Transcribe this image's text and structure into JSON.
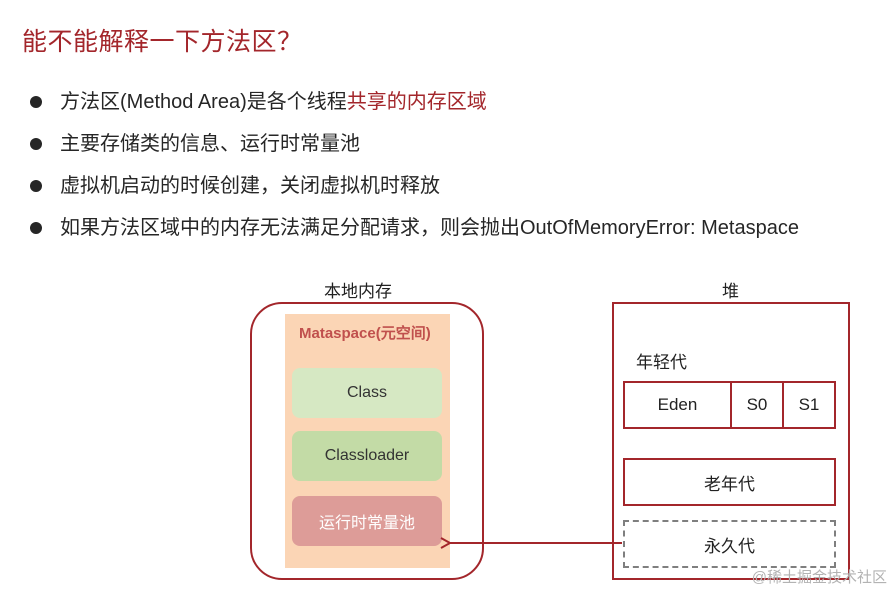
{
  "title": "能不能解释一下方法区？",
  "bullets": [
    {
      "before": "方法区(Method Area)是各个线程",
      "highlight": "共享的内存区域",
      "after": ""
    },
    {
      "before": "主要存储类的信息、运行时常量池",
      "highlight": "",
      "after": ""
    },
    {
      "before": "虚拟机启动的时候创建，关闭虚拟机时释放",
      "highlight": "",
      "after": ""
    },
    {
      "before": "如果方法区域中的内存无法满足分配请求，则会抛出OutOfMemoryError: Metaspace",
      "highlight": "",
      "after": ""
    }
  ],
  "diagram": {
    "native_memory_label": "本地内存",
    "metaspace_title": "Mataspace(元空间)",
    "metaspace_items": [
      "Class",
      "Classloader",
      "运行时常量池"
    ],
    "heap_label": "堆",
    "young_gen_label": "年轻代",
    "young_cells": [
      "Eden",
      "S0",
      "S1"
    ],
    "old_gen_label": "老年代",
    "perm_gen_label": "永久代"
  },
  "watermark": "@稀土掘金技术社区",
  "colors": {
    "accent": "#a3262b",
    "metaspace_bg": "#fbd5b5",
    "class_bg": "#d6e8c3",
    "classloader_bg": "#c3dba6",
    "constant_pool_bg": "#dd9c98"
  }
}
